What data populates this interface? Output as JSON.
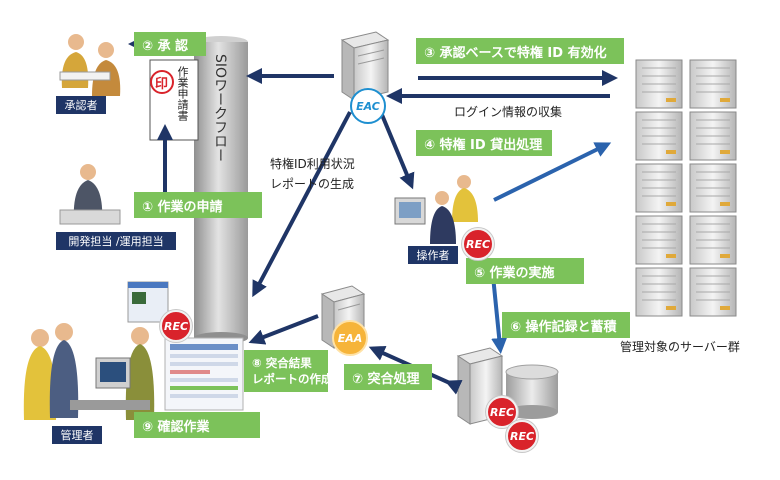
{
  "labels": {
    "workflow": "SIOワークフロー",
    "stamp": "印",
    "form": "作業申請書",
    "report": "特権ID利用状況 レポートの生成",
    "login_info": "ログイン情報の収集",
    "servers": "管理対象のサーバー群"
  },
  "steps": {
    "s1": "① 作業の申請",
    "s2": "② 承 認",
    "s3": "③ 承認ベースで特権 ID 有効化",
    "s4": "④ 特権 ID 貸出処理",
    "s5": "⑤ 作業の実施",
    "s6": "⑥ 操作記録と蓄積",
    "s7": "⑦ 突合処理",
    "s8_line1": "⑧ 突合結果",
    "s8_line2": "レポートの作成",
    "s9": "⑨ 確認作業"
  },
  "roles": {
    "approver": "承認者",
    "developer": "開発担当 /運用担当",
    "operator": "操作者",
    "manager": "管理者"
  },
  "badges": {
    "rec": "REC",
    "eac": "EAC",
    "eaa": "EAA"
  },
  "colors": {
    "step_green": "#7cc25a",
    "role_navy": "#1f3566",
    "arrow_navy": "#1f3566",
    "arrow_blue": "#2b63ad",
    "rec_red": "#d9232b",
    "eac_blue": "#1e8fd0",
    "eaa_orange": "#f6b43a",
    "stamp_red": "#d9232b"
  }
}
